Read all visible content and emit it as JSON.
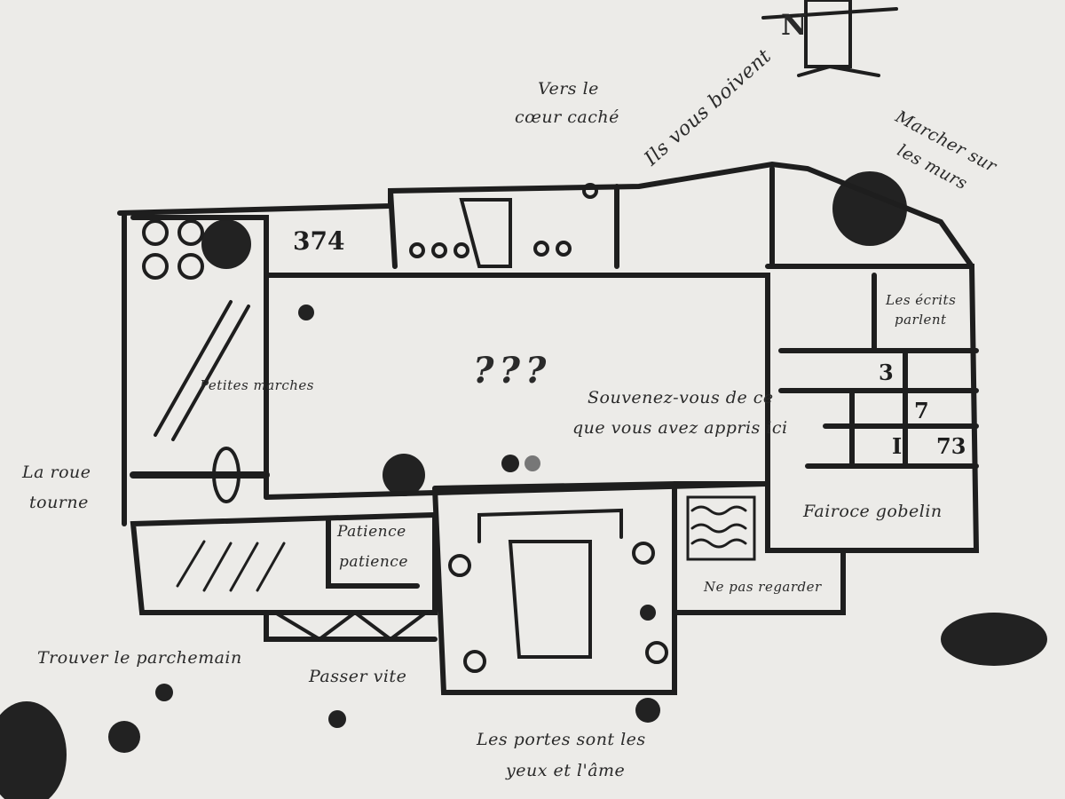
{
  "map": {
    "compass": {
      "north_label": "N"
    },
    "labels": {
      "heart": [
        "Vers le",
        "cœur caché"
      ],
      "drink": "Ils vous boivent",
      "walls": [
        "Marcher sur",
        "les murs"
      ],
      "writings": [
        "Les écrits",
        "parlent"
      ],
      "steps": "Petites marches",
      "question": "???",
      "remember": [
        "Souvenez-vous de ce",
        "que vous avez appris ici"
      ],
      "wheel": [
        "La roue",
        "tourne"
      ],
      "patience": [
        "Patience",
        "patience"
      ],
      "goblin": "Fairoce gobelin",
      "nolook": "Ne pas regarder",
      "scroll": "Trouver le parchemain",
      "fast": "Passer vite",
      "doors": [
        "Les portes sont les",
        "yeux et l'âme"
      ]
    },
    "glyphs": {
      "number": "374",
      "tiles": [
        "3",
        "7",
        "I",
        "73"
      ]
    },
    "colors": {
      "paper": "#ecebe8",
      "ink": "#1e1e1e"
    }
  }
}
